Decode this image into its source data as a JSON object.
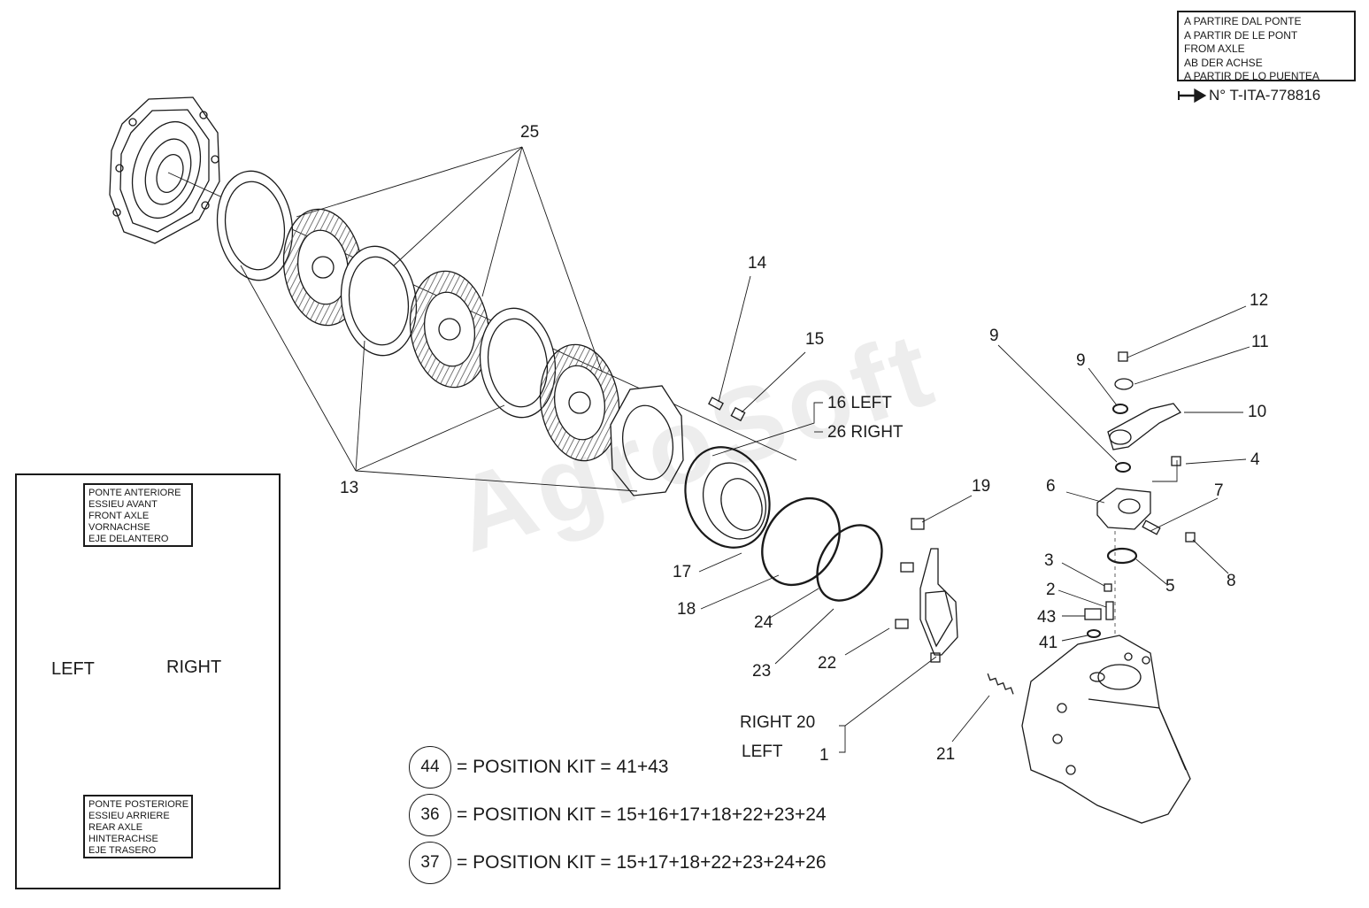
{
  "serial_box": {
    "lines": [
      "A PARTIRE DAL PONTE",
      "A PARTIR DE LE PONT",
      "FROM AXLE",
      "AB DER ACHSE",
      "A PARTIR DE LO PUENTEA"
    ],
    "serial": "N° T-ITA-778816"
  },
  "inset": {
    "front_axle": [
      "PONTE ANTERIORE",
      "ESSIEU AVANT",
      "FRONT AXLE",
      "VORNACHSE",
      "EJE DELANTERO"
    ],
    "rear_axle": [
      "PONTE POSTERIORE",
      "ESSIEU ARRIERE",
      "REAR AXLE",
      "HINTERACHSE",
      "EJE TRASERO"
    ],
    "left": "LEFT",
    "right": "RIGHT"
  },
  "callouts": {
    "c25": "25",
    "c13": "13",
    "c14": "14",
    "c15": "15",
    "c16": "16",
    "c16_side": "LEFT",
    "c26": "26",
    "c26_side": "RIGHT",
    "c17": "17",
    "c18": "18",
    "c24": "24",
    "c23": "23",
    "c22": "22",
    "c19": "19",
    "c20_side": "RIGHT",
    "c20": "20",
    "c1_side": "LEFT",
    "c1": "1",
    "c21": "21",
    "c12": "12",
    "c11": "11",
    "c10": "10",
    "c9a": "9",
    "c9b": "9",
    "c4": "4",
    "c6": "6",
    "c7": "7",
    "c8": "8",
    "c5": "5",
    "c3": "3",
    "c2": "2",
    "c43": "43",
    "c41": "41"
  },
  "kits": [
    {
      "number": "44",
      "text": "= POSITION KIT = 41+43"
    },
    {
      "number": "36",
      "text": "= POSITION KIT = 15+16+17+18+22+23+24"
    },
    {
      "number": "37",
      "text": "= POSITION KIT = 15+17+18+22+23+24+26"
    }
  ],
  "watermark": "AgroSoft",
  "colors": {
    "ink": "#1a1a1a",
    "hatch": "#555555"
  }
}
